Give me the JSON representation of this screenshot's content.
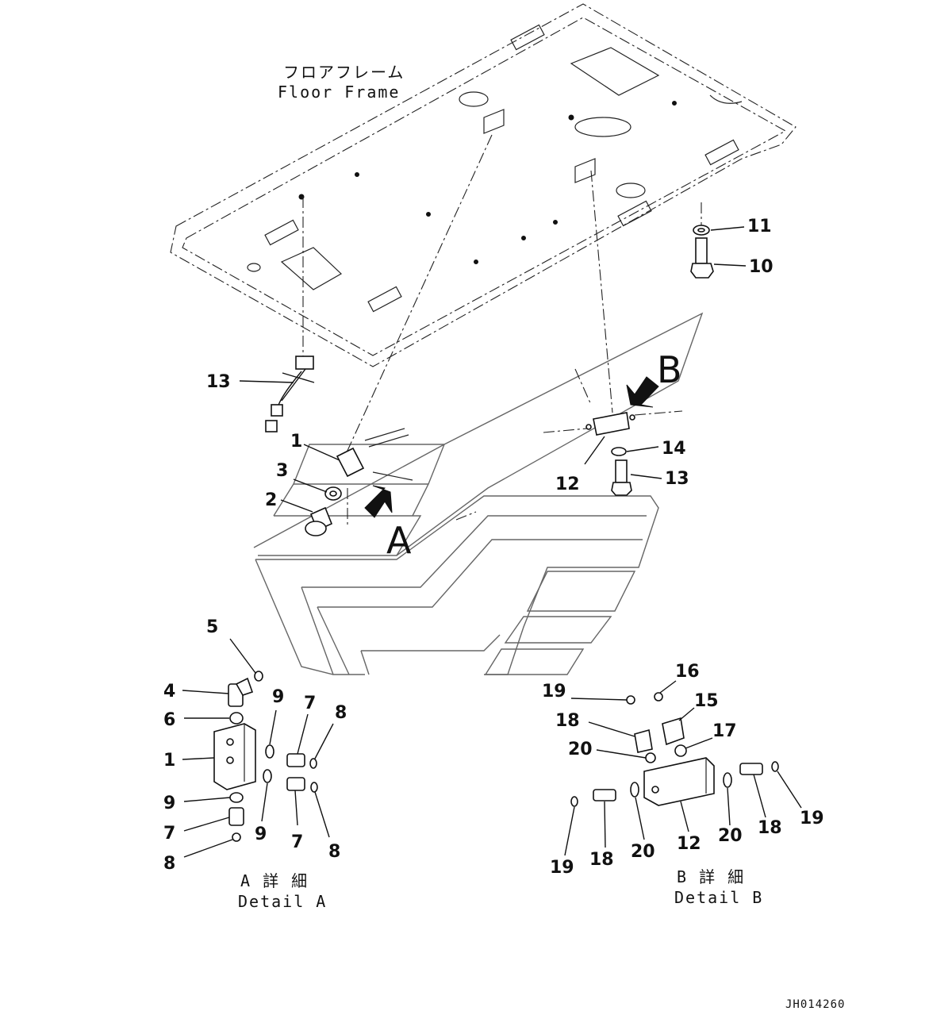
{
  "labels": {
    "floor_frame_jp": "フロアフレーム",
    "floor_frame_en": "Floor Frame",
    "view_a": "A",
    "view_b": "B",
    "detail_a_jp": "A 詳 細",
    "detail_a_en": "Detail A",
    "detail_b_jp": "B 詳 細",
    "detail_b_en": "Detail B",
    "drawing_code": "JH014260"
  },
  "callouts": {
    "main": [
      "11",
      "10",
      "13",
      "1",
      "3",
      "2",
      "14",
      "13",
      "12"
    ],
    "detail_a": [
      "5",
      "4",
      "6",
      "1",
      "9",
      "7",
      "8",
      "9",
      "7",
      "8",
      "9",
      "7",
      "8"
    ],
    "detail_b": [
      "19",
      "16",
      "15",
      "18",
      "17",
      "20",
      "19",
      "12",
      "20",
      "18",
      "19",
      "18",
      "20"
    ]
  }
}
